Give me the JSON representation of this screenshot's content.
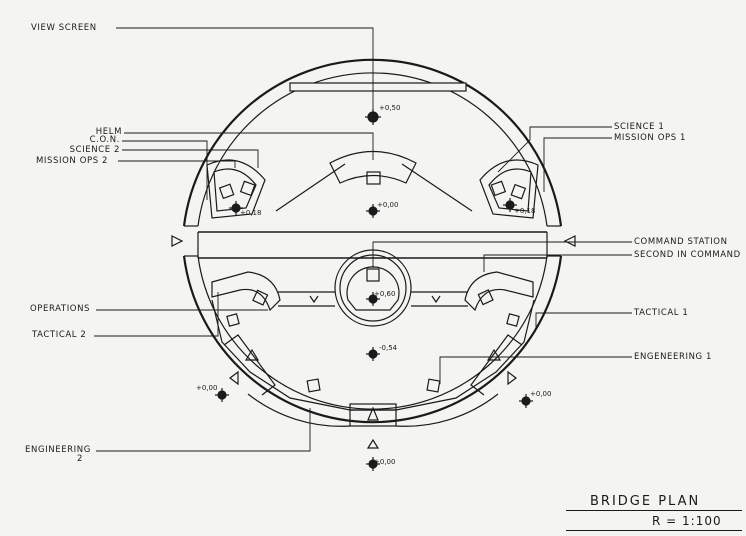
{
  "labels": {
    "view_screen": "VIEW SCREEN",
    "helm": "HELM",
    "con": "C.O.N.",
    "science_2": "SCIENCE  2",
    "mission_ops_2": "MISSION OPS 2",
    "science_1": "SCIENCE 1",
    "mission_ops_1": "MISSION OPS 1",
    "command_station": "COMMAND STATION",
    "second_in_command": "SECOND IN COMMAND",
    "operations": "OPERATIONS",
    "tactical_2": "TACTICAL 2",
    "tactical_1": "TACTICAL  1",
    "engineering_1": "ENGENEERING 1",
    "engineering_2_line1": "ENGINEERING",
    "engineering_2_line2": "2"
  },
  "elevations": {
    "top": "+0,50",
    "left_station": "+0,18",
    "right_station": "+0,18",
    "center_upper": "+0,00",
    "command": "+0,60",
    "center_lower": "-0,54",
    "lower_left": "+0,00",
    "lower_right": "+0,00",
    "bottom": "+0,00"
  },
  "title_block": {
    "title": "BRIDGE PLAN",
    "scale": "R = 1:100"
  }
}
